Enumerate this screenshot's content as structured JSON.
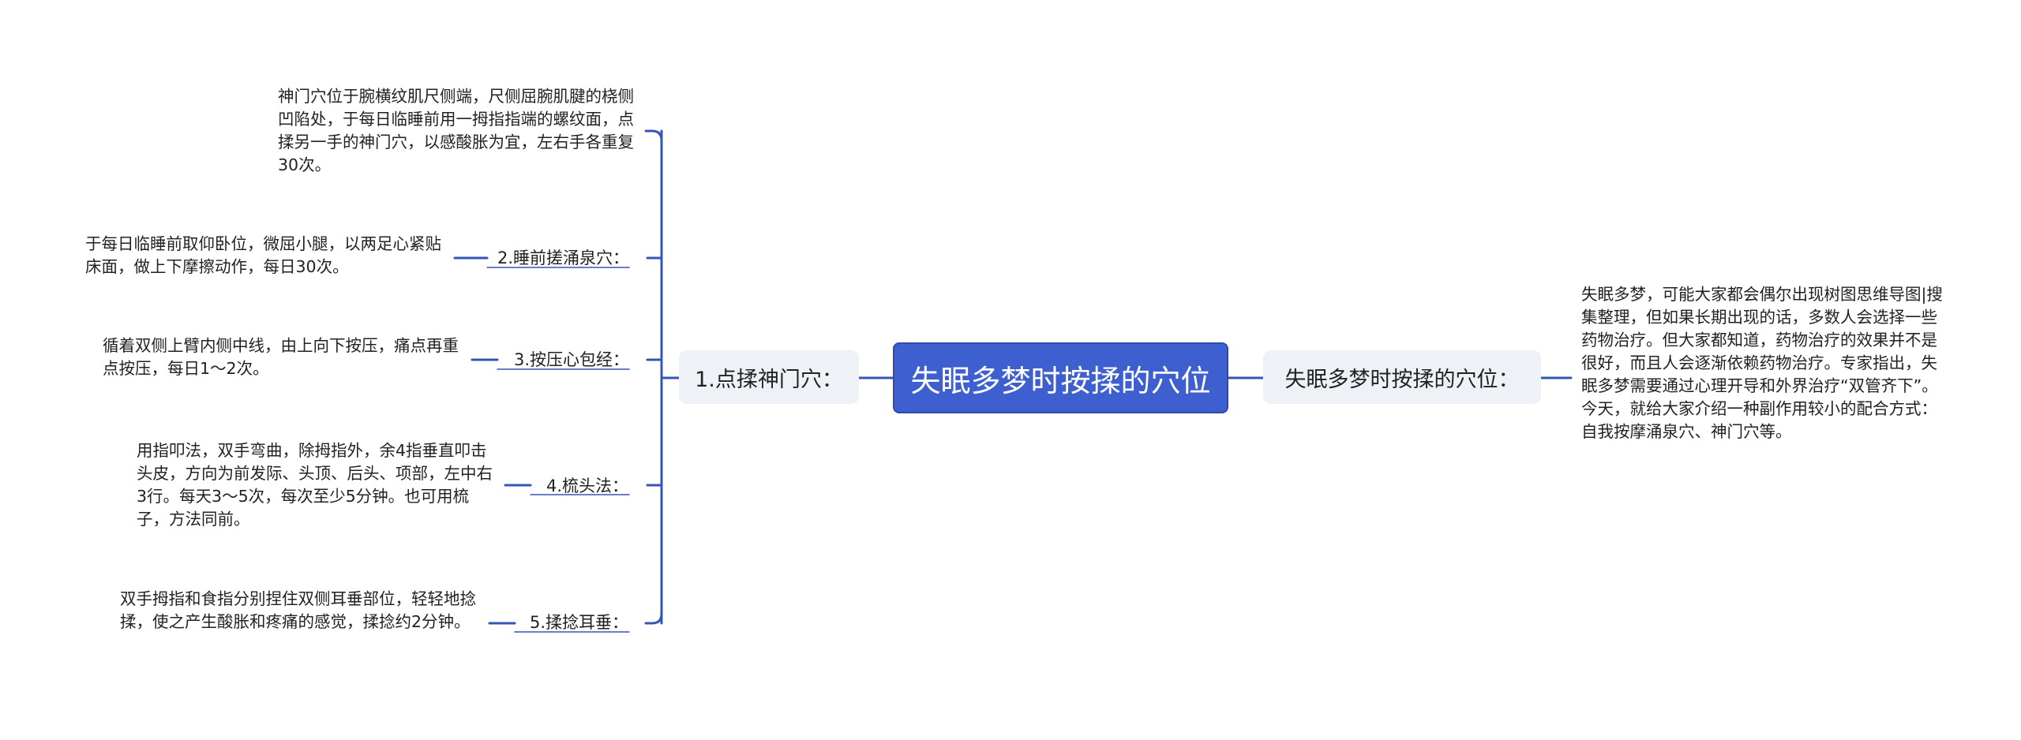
{
  "central": "失眠多梦时按揉的穴位",
  "left_branch": {
    "title": "1.点揉神门穴：",
    "note": "神门穴位于腕横纹肌尺侧端，尺侧屈腕肌腱的桡侧凹陷处，于每日临睡前用一拇指指端的螺纹面，点揉另一手的神门穴，以感酸胀为宜，左右手各重复30次。",
    "items": [
      {
        "label": "2.睡前搓涌泉穴：",
        "note": "于每日临睡前取仰卧位，微屈小腿，以两足心紧贴床面，做上下摩擦动作，每日30次。"
      },
      {
        "label": "3.按压心包经：",
        "note": "循着双侧上臂内侧中线，由上向下按压，痛点再重点按压，每日1～2次。"
      },
      {
        "label": "4.梳头法：",
        "note": "用指叩法，双手弯曲，除拇指外，余4指垂直叩击头皮，方向为前发际、头顶、后头、项部，左中右3行。每天3～5次，每次至少5分钟。也可用梳子，方法同前。"
      },
      {
        "label": "5.揉捻耳垂：",
        "note": "双手拇指和食指分别捏住双侧耳垂部位，轻轻地捻揉，使之产生酸胀和疼痛的感觉，揉捻约2分钟。"
      }
    ]
  },
  "right_branch": {
    "title": "失眠多梦时按揉的穴位：",
    "note": "失眠多梦，可能大家都会偶尔出现树图思维导图|搜集整理，但如果长期出现的话，多数人会选择一些药物治疗。但大家都知道，药物治疗的效果并不是很好，而且人会逐渐依赖药物治疗。专家指出，失眠多梦需要通过心理开导和外界治疗“双管齐下”。今天，就给大家介绍一种副作用较小的配合方式：自我按摩涌泉穴、神门穴等。"
  },
  "colors": {
    "line": "#3555b5",
    "central_fill": "#3e5fcf",
    "sub_fill": "#eef1f5"
  }
}
